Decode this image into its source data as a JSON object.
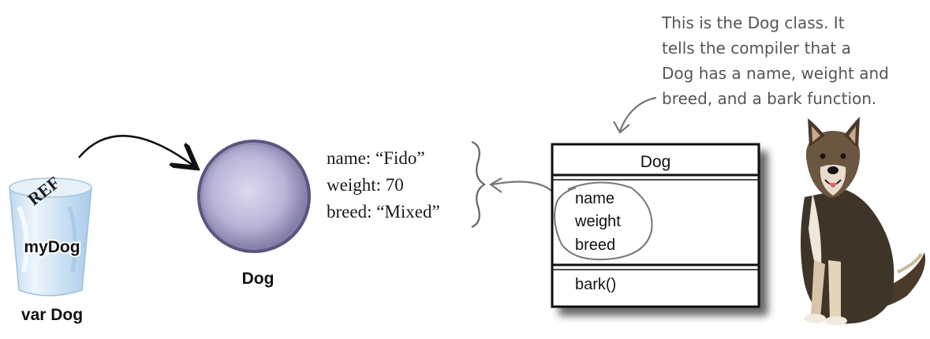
{
  "reference": {
    "stamp": "REF",
    "cup_label": "myDog",
    "var_label": "var Dog"
  },
  "object": {
    "caption": "Dog",
    "properties": [
      "name: “Fido”",
      "weight: 70",
      "breed: “Mixed”"
    ]
  },
  "class_box": {
    "title": "Dog",
    "fields": [
      "name",
      "weight",
      "breed"
    ],
    "methods": [
      "bark()"
    ]
  },
  "annotation": {
    "lines": [
      "This is the Dog class. It",
      "tells the compiler that a",
      "Dog has a name, weight and",
      "breed, and a bark function."
    ]
  }
}
